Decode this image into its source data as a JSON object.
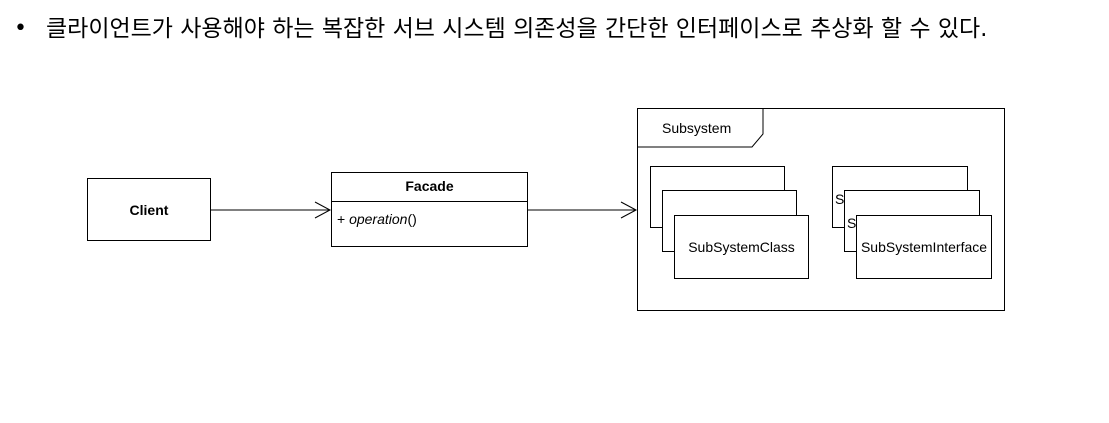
{
  "bullet": {
    "symbol": "•",
    "text": "클라이언트가 사용해야 하는 복잡한 서브 시스템 의존성을 간단한 인터페이스로 추상화 할 수 있다."
  },
  "diagram": {
    "client": {
      "label": "Client"
    },
    "facade": {
      "name": "Facade",
      "op_prefix": "+ ",
      "op_name": "operation",
      "op_suffix": "()"
    },
    "subsystem": {
      "label": "Subsystem",
      "class_label": "SubSystemClass",
      "interface_label": "SubSystemInterface",
      "interface_stub_1": "S",
      "interface_stub_2": "S"
    }
  },
  "colors": {
    "line": "#000000",
    "background": "#ffffff"
  }
}
